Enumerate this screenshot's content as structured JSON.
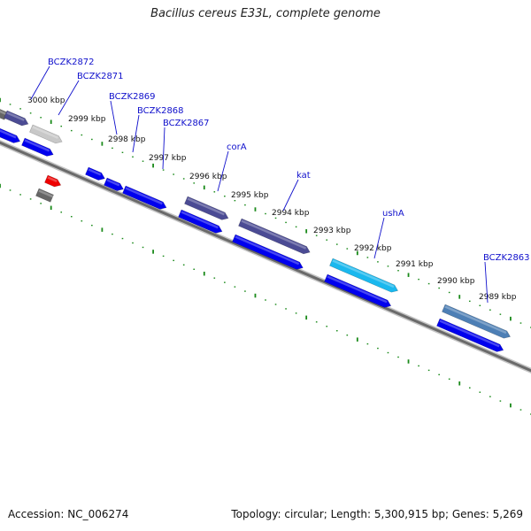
{
  "title": "Bacillus cereus E33L, complete genome",
  "accession": "Accession: NC_006274",
  "summary": "Topology: circular; Length: 5,300,915 bp; Genes: 5,269",
  "colors": {
    "backbone": "#6a6a6a",
    "tick": "#1a8a1a",
    "forward_cds": "#0000ee",
    "gene_dark": "#4b4b94",
    "gene_light": "#c8c8c8",
    "gene_grey": "#666666",
    "gene_cyan": "#1ab8ee",
    "gene_steel": "#4d7fb5",
    "gene_red": "#ee0000",
    "label": "#1010cc"
  },
  "kbp_labels": [
    "3000 kbp",
    "2999 kbp",
    "2998 kbp",
    "2997 kbp",
    "2996 kbp",
    "2995 kbp",
    "2994 kbp",
    "2993 kbp",
    "2992 kbp",
    "2991 kbp",
    "2990 kbp",
    "2989 kbp"
  ],
  "gene_labels": [
    "BCZK2872",
    "BCZK2871",
    "BCZK2869",
    "BCZK2868",
    "BCZK2867",
    "corA",
    "kat",
    "ushA",
    "BCZK2863"
  ]
}
